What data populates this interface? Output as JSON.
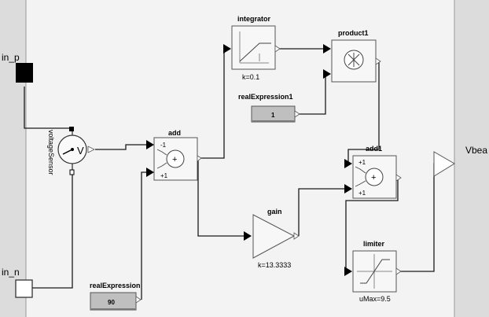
{
  "ports": {
    "in_p": "in_p",
    "in_n": "in_n",
    "vbea": "Vbea"
  },
  "blocks": {
    "voltage_sensor": {
      "label": "voltageSensor",
      "symbol": "V"
    },
    "add": {
      "title": "add",
      "k1": "-1",
      "k2": "+1",
      "op": "+"
    },
    "integrator": {
      "title": "integrator",
      "param": "k=0.1"
    },
    "product": {
      "title": "product1"
    },
    "real_expression1": {
      "title": "realExpression1",
      "value": "1"
    },
    "add1": {
      "title": "add1",
      "k1": "+1",
      "k2": "+1",
      "op": "+"
    },
    "gain": {
      "title": "gain",
      "param": "k=13.3333"
    },
    "limiter": {
      "title": "limiter",
      "param": "uMax=9.5"
    },
    "real_expression": {
      "title": "realExpression",
      "value": "90"
    }
  },
  "colors": {
    "background": "#f3f3f3",
    "side_gutter": "#dcdcdc",
    "block_fill": "#f7f7f7",
    "block_stroke": "#555555",
    "wire": "#1a1a1a",
    "expr_fill": "#bfbfbf"
  }
}
